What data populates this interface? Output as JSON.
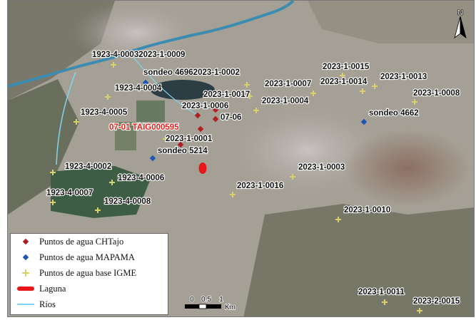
{
  "colors": {
    "chtajo": "#b01e23",
    "mapama": "#1f56b3",
    "igme": "#d9d26a",
    "laguna": "#e8151b",
    "rios": "#7fd6f0",
    "river_main": "#3c8bb0"
  },
  "north_arrow": {
    "label": "N",
    "icon": "north-arrow-icon"
  },
  "labels": [
    {
      "id": "l1",
      "text": "1923-4-00032023-1-0009",
      "color": "black"
    },
    {
      "id": "l2",
      "text": "sondeo 46962023-1-0002",
      "color": "black"
    },
    {
      "id": "l3",
      "text": "1923-4-0004",
      "color": "black"
    },
    {
      "id": "l4",
      "text": "2023-1-0015",
      "color": "black"
    },
    {
      "id": "l5",
      "text": "2023-1-0007",
      "color": "black"
    },
    {
      "id": "l6",
      "text": "2023-1-0014",
      "color": "black"
    },
    {
      "id": "l7",
      "text": "2023-1-0013",
      "color": "black"
    },
    {
      "id": "l8",
      "text": "2023-1-0017",
      "color": "black"
    },
    {
      "id": "l9",
      "text": "2023-1-0008",
      "color": "black"
    },
    {
      "id": "l10",
      "text": "2023-1-0004",
      "color": "black"
    },
    {
      "id": "l11",
      "text": "2023-1-0006",
      "color": "black"
    },
    {
      "id": "l12",
      "text": "1923-4-0005",
      "color": "black"
    },
    {
      "id": "l13",
      "text": "07-06",
      "color": "black"
    },
    {
      "id": "l14",
      "text": "sondeo 4662",
      "color": "black"
    },
    {
      "id": "l15",
      "text": "07-01 TAIG000595",
      "color": "red"
    },
    {
      "id": "l16",
      "text": "2023-1-0001",
      "color": "black"
    },
    {
      "id": "l17",
      "text": "sondeo 5214",
      "color": "black"
    },
    {
      "id": "l18",
      "text": "1923-4-0002",
      "color": "black"
    },
    {
      "id": "l19",
      "text": "2023-1-0003",
      "color": "black"
    },
    {
      "id": "l20",
      "text": "1923-4-0006",
      "color": "black"
    },
    {
      "id": "l21",
      "text": "2023-1-0016",
      "color": "black"
    },
    {
      "id": "l22",
      "text": "1923-4-0007",
      "color": "black"
    },
    {
      "id": "l23",
      "text": "1923-4-0008",
      "color": "black"
    },
    {
      "id": "l24",
      "text": "2023-1-0010",
      "color": "black"
    },
    {
      "id": "l25",
      "text": "2023-1-0011",
      "color": "black"
    },
    {
      "id": "l26",
      "text": "2023-2-0015",
      "color": "black"
    }
  ],
  "legend": {
    "items": [
      {
        "symbol": "diamond-red-icon",
        "label": "Puntos de agua CHTajo"
      },
      {
        "symbol": "diamond-blue-icon",
        "label": "Puntos de agua MAPAMA"
      },
      {
        "symbol": "cross-yellow-icon",
        "label": "Puntos de agua base IGME"
      },
      {
        "symbol": "laguna-line-icon",
        "label": "Laguna"
      },
      {
        "symbol": "rios-line-icon",
        "label": "Ríos"
      }
    ]
  },
  "scale_bar": {
    "ticks": [
      "0",
      "0.5",
      "1"
    ],
    "unit": "Km"
  }
}
